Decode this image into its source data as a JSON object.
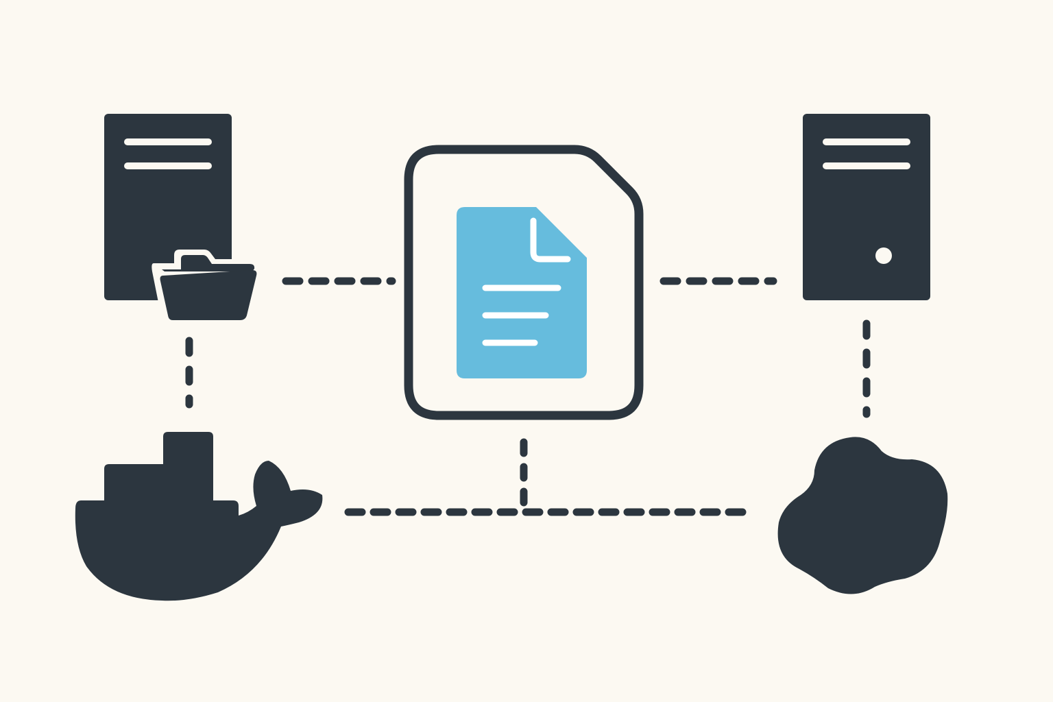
{
  "colors": {
    "background": "#fcf9f2",
    "dark": "#2c363f",
    "document_blue": "#66bcdd",
    "card_fill": "#fcf9f2",
    "line_white": "#ffffff"
  },
  "nodes": [
    {
      "id": "file-server",
      "icon": "server-with-folder-icon"
    },
    {
      "id": "document-card",
      "icon": "document-icon"
    },
    {
      "id": "server-tower",
      "icon": "server-tower-icon"
    },
    {
      "id": "docker-whale",
      "icon": "docker-whale-icon"
    },
    {
      "id": "cloud-blob",
      "icon": "blob-shape-icon"
    }
  ],
  "connections": [
    {
      "from": "file-server",
      "to": "document-card",
      "style": "dashed"
    },
    {
      "from": "document-card",
      "to": "server-tower",
      "style": "dashed"
    },
    {
      "from": "file-server",
      "to": "docker-whale",
      "style": "dashed"
    },
    {
      "from": "server-tower",
      "to": "cloud-blob",
      "style": "dashed"
    },
    {
      "from": "docker-whale",
      "to": "cloud-blob",
      "style": "dashed"
    },
    {
      "from": "document-card",
      "to": "docker-cloud-link",
      "style": "dashed"
    }
  ]
}
